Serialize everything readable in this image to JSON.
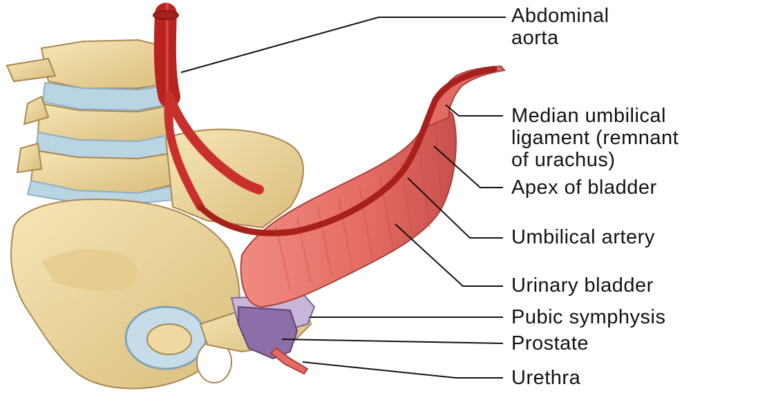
{
  "diagram": {
    "labels": {
      "abdominal_aorta_1": "Abdominal",
      "abdominal_aorta_2": "aorta",
      "median_umbilical_1": "Median umbilical",
      "median_umbilical_2": "ligament (remnant",
      "median_umbilical_3": "of urachus)",
      "apex_of_bladder": "Apex of bladder",
      "umbilical_artery": "Umbilical artery",
      "urinary_bladder": "Urinary bladder",
      "pubic_symphysis": "Pubic symphysis",
      "prostate": "Prostate",
      "urethra": "Urethra"
    },
    "colors": {
      "bone": "#eed9a0",
      "bone_shadow": "#c9a866",
      "disc": "#b9d4e3",
      "artery": "#c9302c",
      "bladder": "#e8706a",
      "prostate": "#8e6ea8",
      "symphysis": "#c8b5d8",
      "leader_line": "#111111"
    }
  }
}
